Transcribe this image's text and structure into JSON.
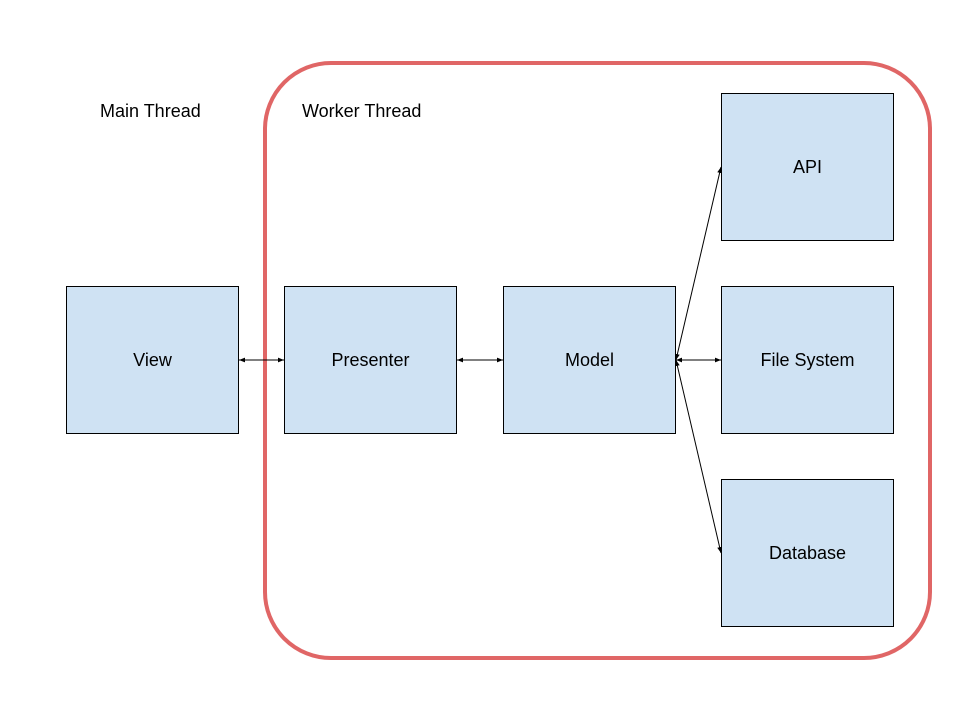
{
  "labels": {
    "main_thread": "Main Thread",
    "worker_thread": "Worker Thread"
  },
  "nodes": {
    "view": "View",
    "presenter": "Presenter",
    "model": "Model",
    "api": "API",
    "file_system": "File System",
    "database": "Database"
  },
  "edges": [
    {
      "from": "View",
      "to": "Presenter",
      "direction": "both"
    },
    {
      "from": "Presenter",
      "to": "Model",
      "direction": "both"
    },
    {
      "from": "Model",
      "to": "API",
      "direction": "both"
    },
    {
      "from": "Model",
      "to": "File System",
      "direction": "both"
    },
    {
      "from": "Model",
      "to": "Database",
      "direction": "both"
    }
  ],
  "colors": {
    "box_fill": "#cfe2f3",
    "boundary_stroke": "#e06666",
    "line": "#000000"
  }
}
